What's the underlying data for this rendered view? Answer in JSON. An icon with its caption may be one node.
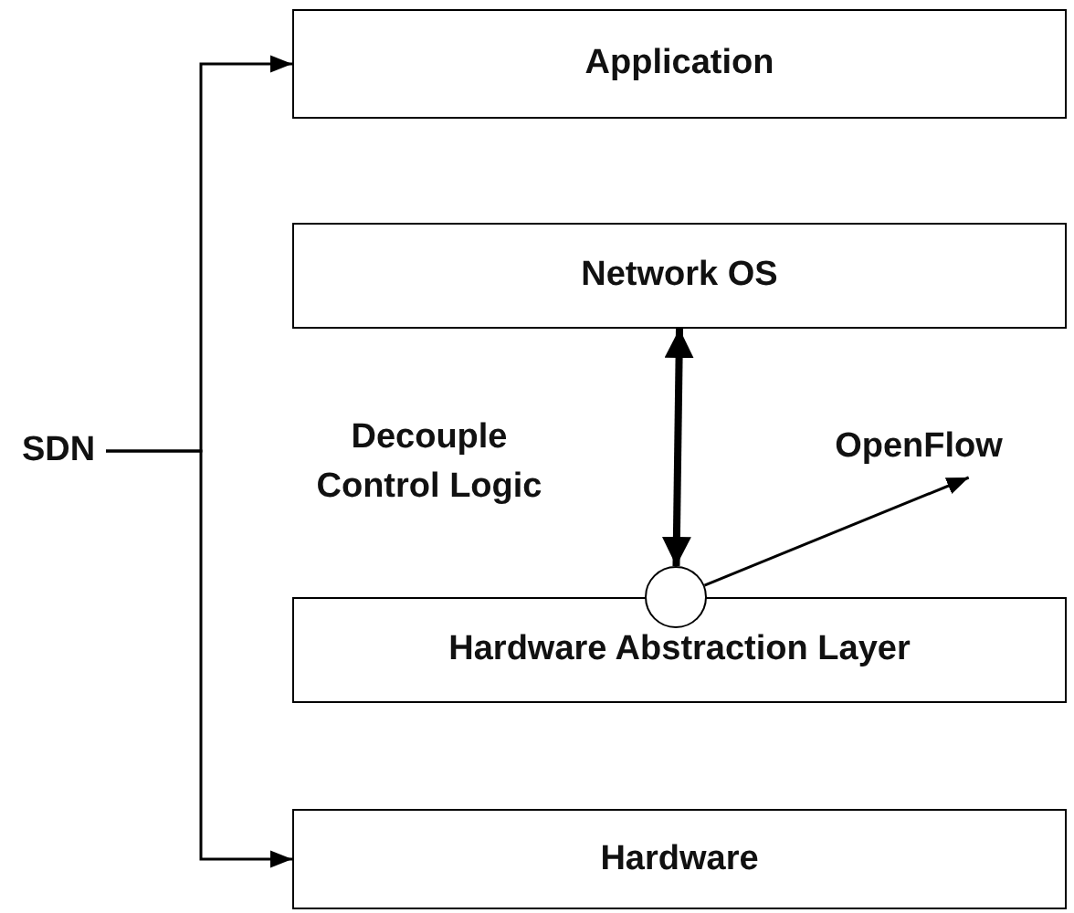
{
  "diagram": {
    "nodes": [
      {
        "text": [
          "Application"
        ]
      },
      {
        "text": [
          "Network OS"
        ]
      },
      {
        "text": [
          "Hardware Abstraction Layer"
        ]
      },
      {
        "text": [
          "Hardware"
        ]
      },
      {
        "text": [
          "SDN"
        ]
      },
      {
        "text": [],
        "shape": "circle"
      },
      {
        "text": [
          "OpenFlow"
        ]
      }
    ],
    "edges": [
      {
        "from": 4,
        "to": 0,
        "arrow": "to"
      },
      {
        "from": 4,
        "to": 3,
        "arrow": "to"
      },
      {
        "from": 1,
        "to": 5,
        "arrow": "both",
        "style": "thick"
      },
      {
        "from": 5,
        "to": 6,
        "arrow": "to"
      }
    ],
    "labels": [
      "Decouple Control Logic"
    ]
  }
}
